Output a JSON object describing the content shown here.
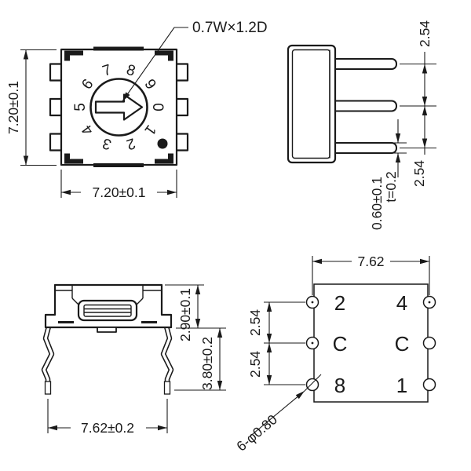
{
  "drawing": {
    "top_view": {
      "shaft_label": "0.7W×1.2D",
      "dial_digits": [
        "0",
        "1",
        "2",
        "3",
        "4",
        "5",
        "6",
        "7",
        "8",
        "9"
      ],
      "dim_height": "7.20±0.1",
      "dim_width": "7.20±0.1"
    },
    "side_view": {
      "dim_pin_pitch_top": "2.54",
      "dim_pin_pitch_bottom": "2.54",
      "dim_pin_width": "0.60±0.1",
      "dim_pin_thickness": "t=0.2"
    },
    "front_view": {
      "dim_body_height": "2.90±0.1",
      "dim_overall_height": "3.80±0.2",
      "dim_lead_span": "7.62±0.2"
    },
    "footprint_view": {
      "dim_hole_span": "7.62",
      "dim_hole_pitch_top": "2.54",
      "dim_hole_pitch_bottom": "2.54",
      "hole_callout": "6-φ0.80",
      "pad_labels": [
        "2",
        "4",
        "C",
        "C",
        "8",
        "1"
      ]
    }
  },
  "colors": {
    "line": "#1a1a1a",
    "background": "#ffffff"
  }
}
